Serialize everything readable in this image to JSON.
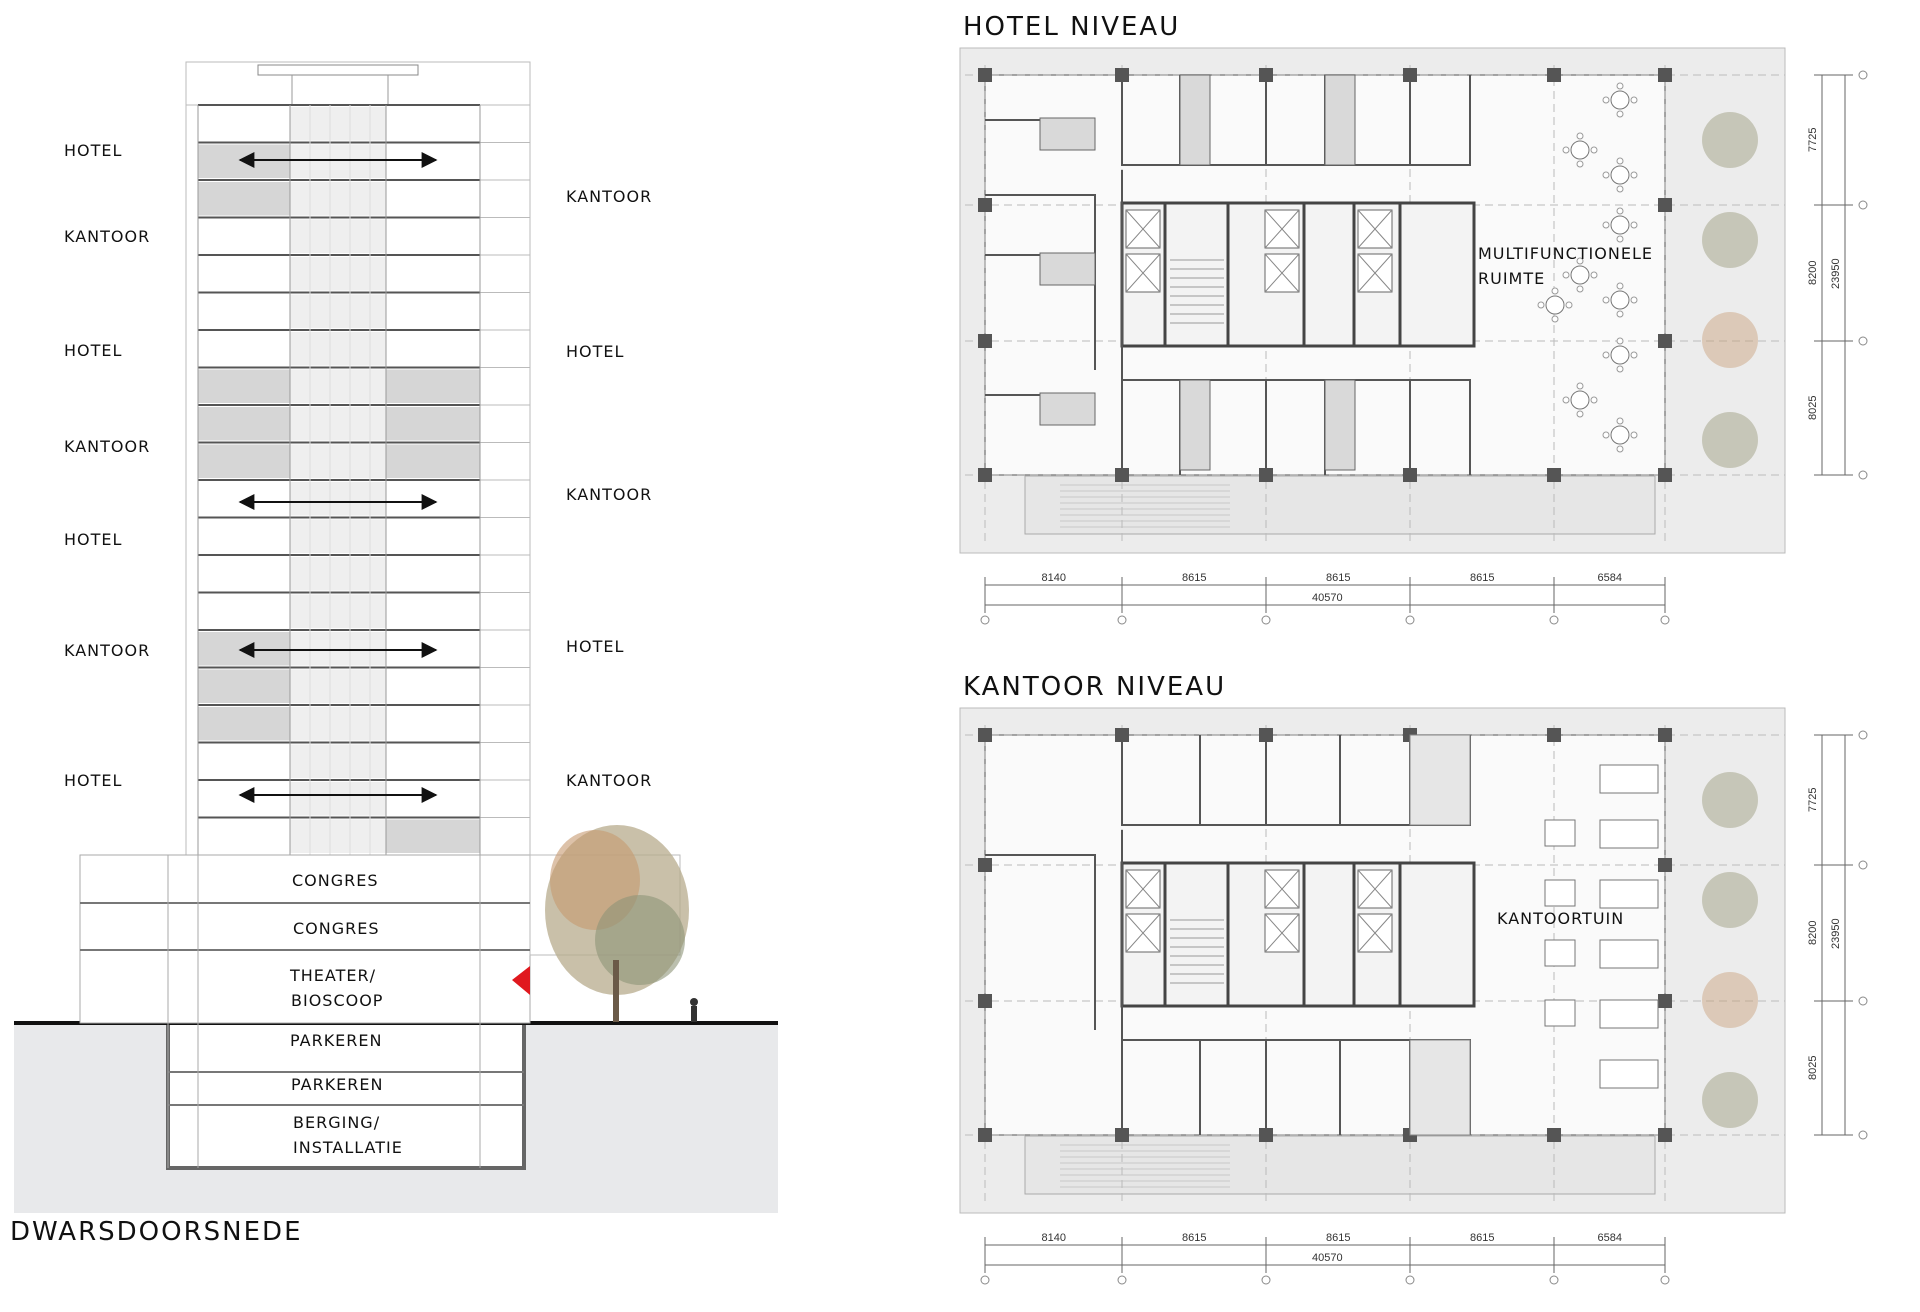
{
  "section": {
    "title": "DWARSDOORSNEDE",
    "left_labels": [
      "HOTEL",
      "KANTOOR",
      "HOTEL",
      "KANTOOR",
      "HOTEL",
      "KANTOOR",
      "HOTEL"
    ],
    "right_labels": [
      "KANTOOR",
      "HOTEL",
      "KANTOOR",
      "HOTEL",
      "KANTOOR"
    ],
    "podium": [
      "CONGRES",
      "CONGRES"
    ],
    "theater": [
      "THEATER/",
      "BIOSCOOP"
    ],
    "basement": [
      "PARKEREN",
      "PARKEREN"
    ],
    "storage": [
      "BERGING/",
      "INSTALLATIE"
    ]
  },
  "plans": [
    {
      "title": "HOTEL NIVEAU",
      "room_label": [
        "MULTIFUNCTIONELE",
        "RUIMTE"
      ],
      "h_dims": [
        "8140",
        "8615",
        "8615",
        "8615",
        "6584"
      ],
      "h_total": "40570",
      "v_dims": [
        "7725",
        "8200",
        "8025"
      ],
      "v_total": "23950"
    },
    {
      "title": "KANTOOR NIVEAU",
      "room_label": [
        "KANTOORTUIN"
      ],
      "h_dims": [
        "8140",
        "8615",
        "8615",
        "8615",
        "6584"
      ],
      "h_total": "40570",
      "v_dims": [
        "7725",
        "8200",
        "8025"
      ],
      "v_total": "23950"
    }
  ],
  "colors": {
    "ground": "#e8e9eb",
    "floor_shade": "#d6d6d6",
    "tree_green": "#9a9a7a",
    "tree_autumn": "#c9a07a",
    "entrance_arrow": "#e0181e"
  }
}
